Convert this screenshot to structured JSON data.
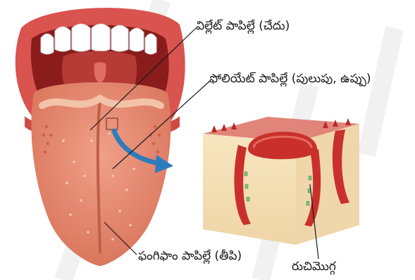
{
  "labels": {
    "vallate": "విల్లేట్ పాపిల్లే (చేదు)",
    "foliate": "ఫోలియేట్ పాపిల్లే (పులుపు, ఉప్పు)",
    "fungiform": "ఫంగిఫాం పాపిల్లే (తీపి)",
    "taste_bud": "రుచిమొగ్గ"
  },
  "colors": {
    "lip": "#d9534f",
    "mouth_dark": "#8a1c1c",
    "tongue": "#e88f74",
    "tongue_shade": "#cf6e55",
    "teeth": "#ffffff",
    "tissue": "#f5e0b5",
    "papilla": "#c9302c",
    "arrow": "#2f7bbf",
    "watermark": "#e9e9e9"
  }
}
